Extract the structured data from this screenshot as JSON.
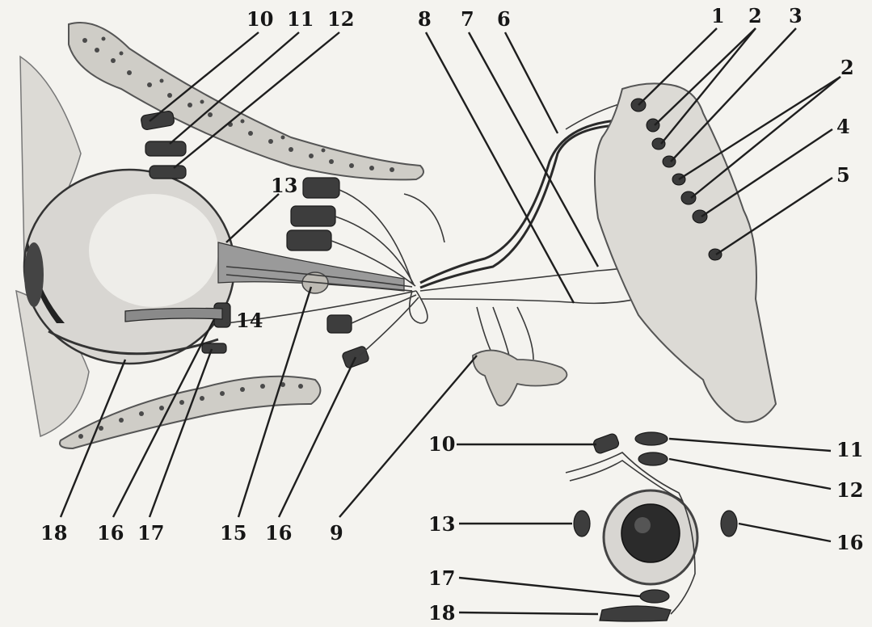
{
  "diagram": {
    "labels_top": [
      "10",
      "11",
      "12",
      "8",
      "7",
      "6",
      "1",
      "2",
      "3"
    ],
    "labels_right": [
      "2",
      "4",
      "5"
    ],
    "label_13_main": "13",
    "label_14_main": "14",
    "labels_bottom": [
      "18",
      "16",
      "17",
      "15",
      "16",
      "9"
    ],
    "inset_labels": {
      "l10": "10",
      "l11": "11",
      "l12": "12",
      "l13": "13",
      "l16": "16",
      "l17": "17",
      "l18": "18"
    }
  }
}
